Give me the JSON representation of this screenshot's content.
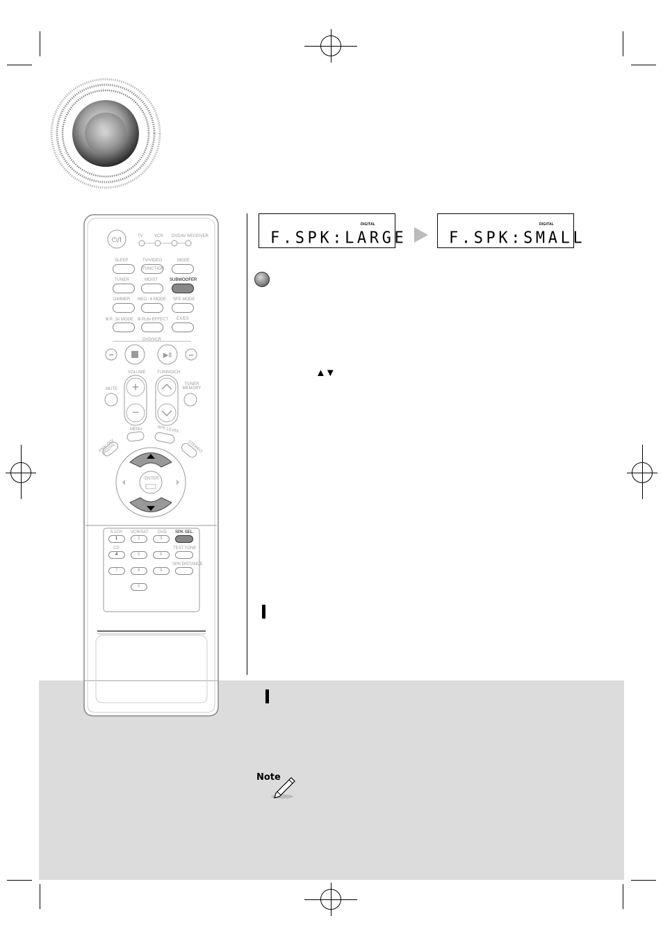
{
  "displays": [
    {
      "tag": "DIGITAL",
      "text": "F.SPK:LARGE"
    },
    {
      "tag": "DIGITAL",
      "text": "F.SPK:SMALL"
    }
  ],
  "step_arrows": "▲▼",
  "note_label": "Note",
  "remote": {
    "input_labels": [
      "TV",
      "VCR",
      "DVD",
      "AV RECEIVER"
    ],
    "row1": [
      "SLEEP",
      "TV/VIDEO",
      "MODE"
    ],
    "function_label": "FUNCTION",
    "row2": [
      "TUNER",
      "MO/ST",
      "SUBWOOFER"
    ],
    "row3": [
      "DIMMER",
      "NEO : 6 MODE",
      "SFE MODE"
    ],
    "row4": [
      "Ⅲ P...3x MODE",
      "Ⅲ PLⅡx EFFECT",
      "EX/ES"
    ],
    "dvd_vcr": "DVD/VCR",
    "volume": "VOLUME",
    "tuning_ch": "TUNING/CH",
    "mute": "MUTE",
    "tuner_memory": "TUNER MEMORY",
    "menu": "MENU",
    "spk_level": "SPK LEVEL",
    "analog_digital": "ANALOG/ DIGITAL",
    "stereo": "STEREO",
    "enter": "ENTER",
    "keypad_labels": [
      "5.1CH",
      "VCR/SAT",
      "DVD",
      "SPK SEL.",
      "CD",
      "TEST TONE",
      "SPK DISTANCE"
    ],
    "keypad_digits": [
      "1",
      "2",
      "3",
      "4",
      "5",
      "6",
      "7",
      "8",
      "9",
      "0"
    ]
  },
  "colors": {
    "band": "#dcdcdc",
    "highlight": "#888888"
  }
}
